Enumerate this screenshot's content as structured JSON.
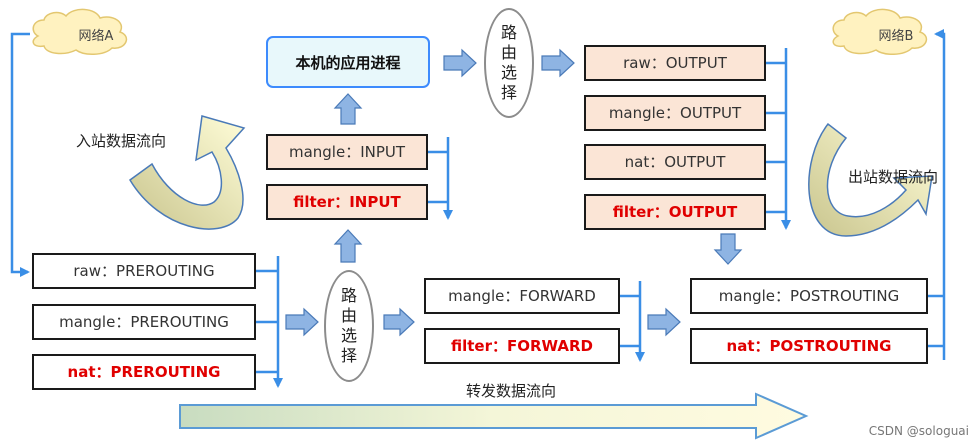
{
  "networks": {
    "a": "网络A",
    "b": "网络B"
  },
  "app": "本机的应用进程",
  "routers": {
    "top": "路由选择",
    "bottom": "路由选择"
  },
  "flow_labels": {
    "inbound": "入站数据流向",
    "outbound": "出站数据流向",
    "forward": "转发数据流向"
  },
  "chains": {
    "prerouting": [
      "raw：PREROUTING",
      "mangle：PREROUTING",
      "nat：PREROUTING"
    ],
    "input": [
      "mangle：INPUT",
      "filter：INPUT"
    ],
    "output": [
      "raw：OUTPUT",
      "mangle：OUTPUT",
      "nat：OUTPUT",
      "filter：OUTPUT"
    ],
    "forward": [
      "mangle：FORWARD",
      "filter：FORWARD"
    ],
    "postrouting": [
      "mangle：POSTROUTING",
      "nat：POSTROUTING"
    ]
  },
  "watermark": "CSDN @sologuai",
  "colors": {
    "line_blue": "#3a8ee6",
    "arrow_fill": "#8eb4e3",
    "arrow_stroke": "#4a7ab8",
    "highlight_red": "#e00000",
    "peach": "#fbe5d6",
    "cloud": "#fff2c0"
  }
}
